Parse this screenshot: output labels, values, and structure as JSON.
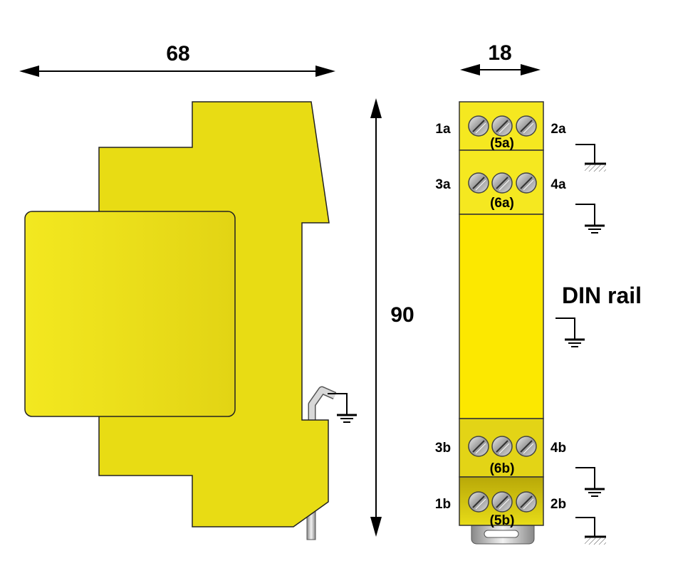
{
  "dimensions": {
    "width": "68",
    "height": "90",
    "module_width": "18"
  },
  "terminals": {
    "t1a": "1a",
    "t2a": "2a",
    "t5a": "(5a)",
    "t3a": "3a",
    "t4a": "4a",
    "t6a": "(6a)",
    "t3b": "3b",
    "t4b": "4b",
    "t6b": "(6b)",
    "t1b": "1b",
    "t2b": "2b",
    "t5b": "(5b)"
  },
  "din_rail_label": "DIN rail",
  "colors": {
    "housing": "#e8dc14",
    "housing_light": "#f5ea1e",
    "module_mid": "#fce800",
    "outline": "#333333"
  }
}
